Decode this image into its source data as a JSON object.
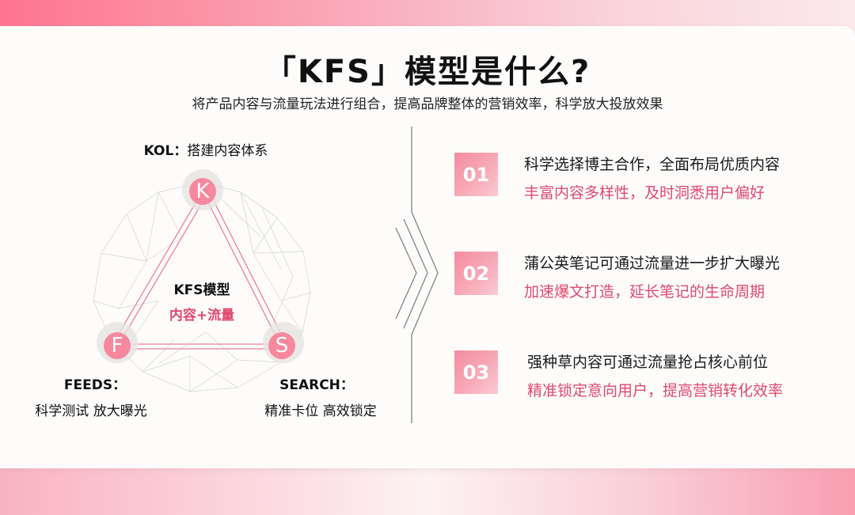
{
  "colors": {
    "accent_pink": "#e0486e",
    "triangle_line": "#ee7f95",
    "node_fill": "#f7889e",
    "number_box": "#f38da0",
    "title_text": "#111111"
  },
  "header": {
    "title": "「KFS」模型是什么?",
    "subtitle": "将产品内容与流量玩法进行组合，提高品牌整体的营销效率，科学放大投放效果"
  },
  "diagram": {
    "center_title": "KFS模型",
    "center_subtitle": "内容+流量",
    "nodes": [
      {
        "letter": "K",
        "heading": "KOL：",
        "description": "搭建内容体系",
        "label": "KOL：搭建内容体系"
      },
      {
        "letter": "F",
        "heading": "FEEDS：",
        "description": "科学测试 放大曝光"
      },
      {
        "letter": "S",
        "heading": "SEARCH：",
        "description": "精准卡位 高效锁定"
      }
    ]
  },
  "items": [
    {
      "number": "01",
      "title": "科学选择博主合作，全面布局优质内容",
      "subtitle": "丰富内容多样性，及时洞悉用户偏好"
    },
    {
      "number": "02",
      "title": "蒲公英笔记可通过流量进一步扩大曝光",
      "subtitle": "加速爆文打造，延长笔记的生命周期"
    },
    {
      "number": "03",
      "title": "强种草内容可通过流量抢占核心前位",
      "subtitle": "精准锁定意向用户，提高营销转化效率"
    }
  ]
}
